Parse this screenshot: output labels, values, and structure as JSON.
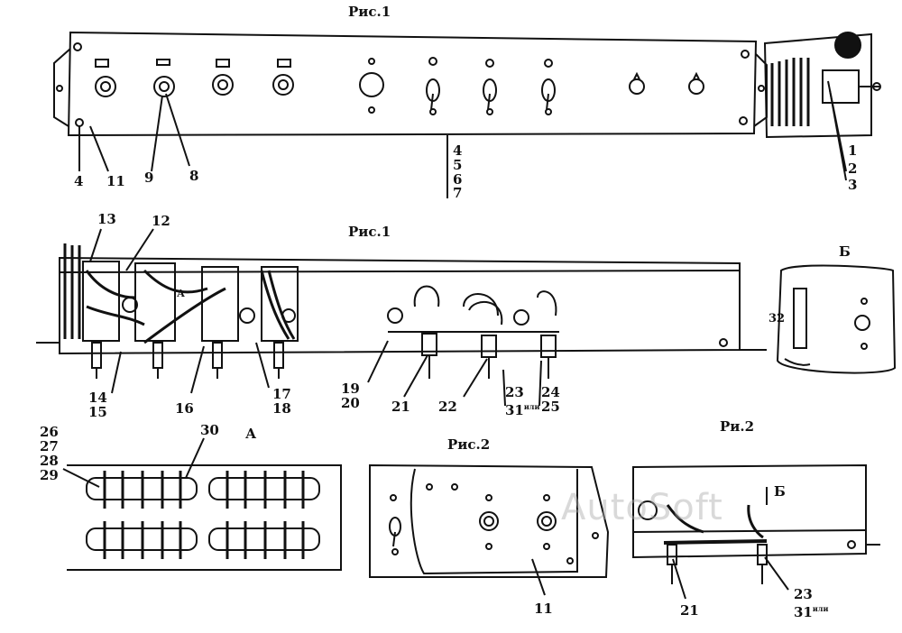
{
  "titles": {
    "fig1_top": "Рис.1",
    "fig1_mid": "Рис.1",
    "fig2_mid": "Рис.2",
    "fig2_right": "Ри.2",
    "view_b": "Б",
    "view_a": "А",
    "arrow_a": "А",
    "arrow_b": "Б"
  },
  "labels": {
    "l1": "1",
    "l2": "2",
    "l3": "3",
    "l4a": "4",
    "l4b": "4",
    "l5": "5",
    "l6": "6",
    "l7": "7",
    "l8": "8",
    "l9": "9",
    "l11a": "11",
    "l11b": "11",
    "l12": "12",
    "l13": "13",
    "l14": "14",
    "l15": "15",
    "l16": "16",
    "l17": "17",
    "l18": "18",
    "l19": "19",
    "l20": "20",
    "l21a": "21",
    "l21b": "21",
    "l22": "22",
    "l23a": "23",
    "l23b": "23",
    "l24": "24",
    "l25": "25",
    "l26": "26",
    "l27": "27",
    "l28": "28",
    "l29": "29",
    "l30": "30",
    "l31a": "31",
    "l31b": "31",
    "l32": "32",
    "ili": "или"
  },
  "watermark": "AutoSoft"
}
